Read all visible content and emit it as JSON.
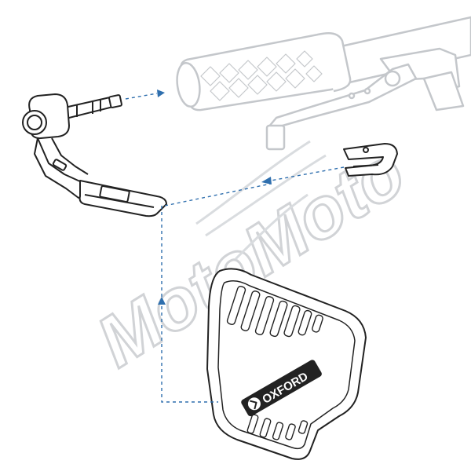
{
  "watermark": {
    "text": "MotoMoto",
    "color": "#c9ccd0"
  },
  "brand": {
    "logo_text": "OXFORD"
  },
  "colors": {
    "line_dark": "#222222",
    "line_faded": "#c4c7cb",
    "dash_arrow": "#2f6fae",
    "guard_fill": "#ffffff"
  },
  "parts": [
    {
      "id": "handlebar-grip",
      "state": "faded-context"
    },
    {
      "id": "brake-lever",
      "state": "faded-context"
    },
    {
      "id": "lever-guard-bar",
      "state": "highlighted"
    },
    {
      "id": "clamp-insert",
      "state": "highlighted"
    },
    {
      "id": "hand-guard-shield",
      "state": "highlighted"
    }
  ]
}
